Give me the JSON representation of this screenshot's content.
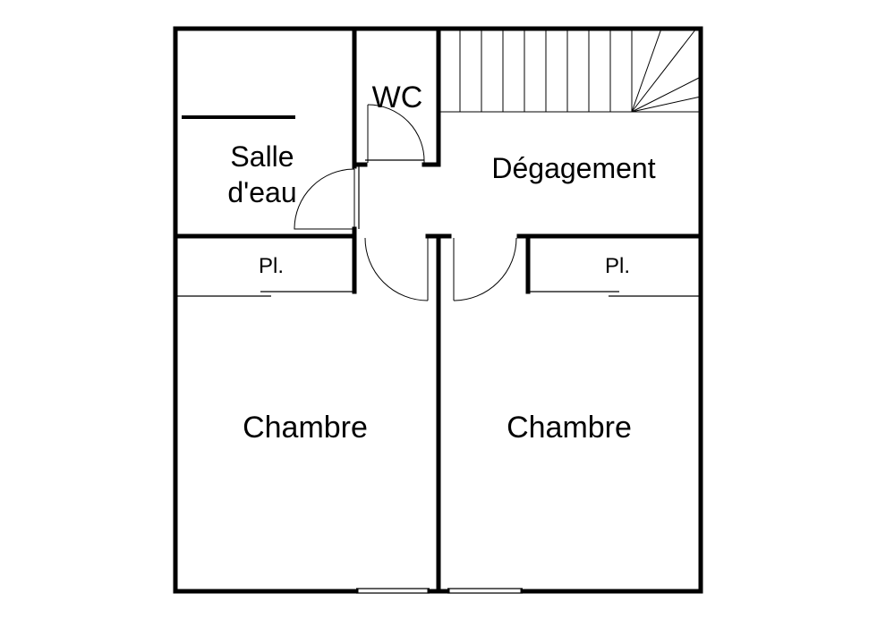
{
  "plan": {
    "rooms": {
      "salle_deau_line1": "Salle",
      "salle_deau_line2": "d'eau",
      "wc": "WC",
      "degagement": "Dégagement",
      "placard_left": "Pl.",
      "placard_right": "Pl.",
      "chambre_left": "Chambre",
      "chambre_right": "Chambre"
    },
    "colors": {
      "wall": "#000000",
      "background": "#ffffff"
    }
  }
}
